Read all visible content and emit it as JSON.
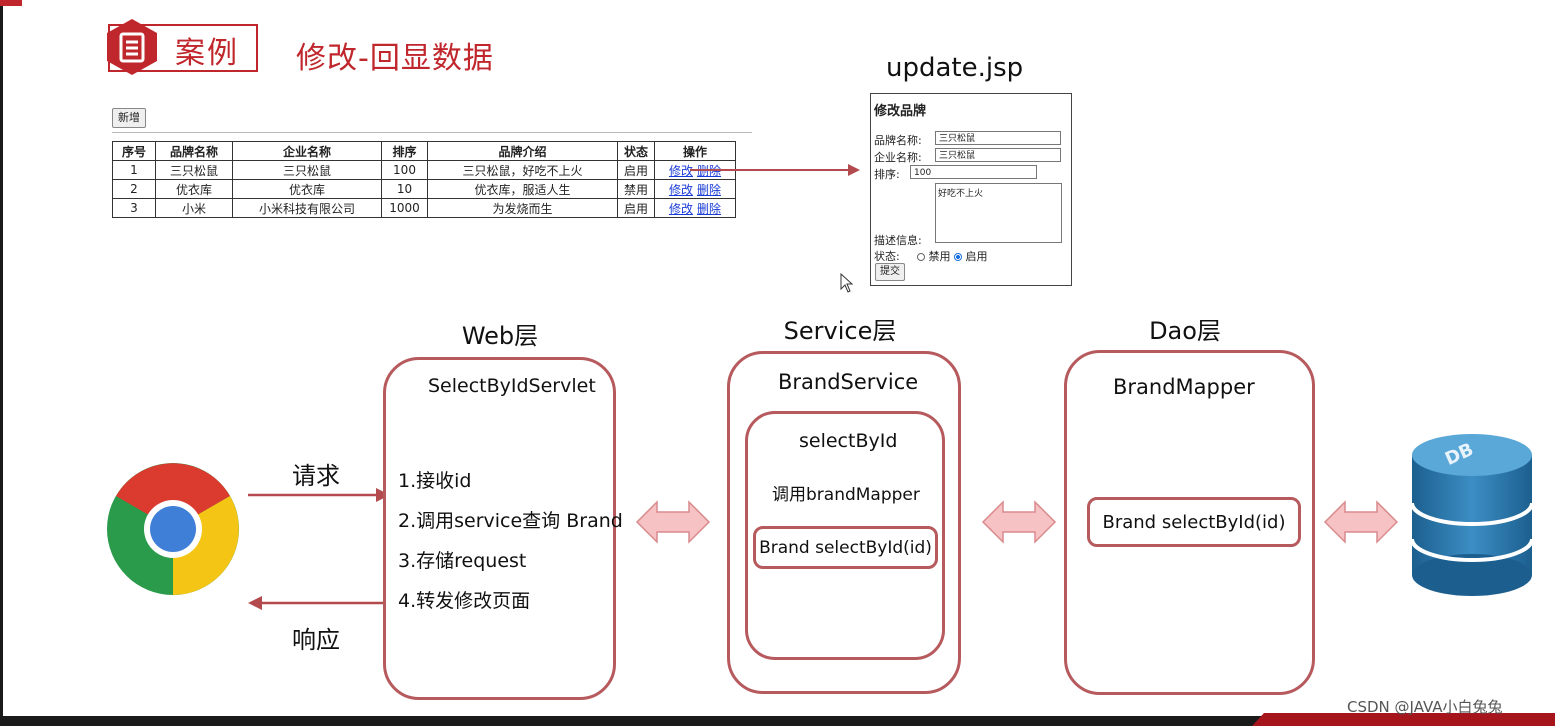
{
  "header": {
    "case_label": "案例",
    "title": "修改-回显数据",
    "icon": "document-icon"
  },
  "table_demo": {
    "add_button": "新增",
    "columns": [
      "序号",
      "品牌名称",
      "企业名称",
      "排序",
      "品牌介绍",
      "状态",
      "操作"
    ],
    "rows": [
      {
        "id": "1",
        "brand": "三只松鼠",
        "company": "三只松鼠",
        "order": "100",
        "desc": "三只松鼠，好吃不上火",
        "status": "启用",
        "edit": "修改",
        "delete": "删除"
      },
      {
        "id": "2",
        "brand": "优衣库",
        "company": "优衣库",
        "order": "10",
        "desc": "优衣库，服适人生",
        "status": "禁用",
        "edit": "修改",
        "delete": "删除"
      },
      {
        "id": "3",
        "brand": "小米",
        "company": "小米科技有限公司",
        "order": "1000",
        "desc": "为发烧而生",
        "status": "启用",
        "edit": "修改",
        "delete": "删除"
      }
    ]
  },
  "update_form": {
    "file_title": "update.jsp",
    "heading": "修改品牌",
    "brand_label": "品牌名称:",
    "brand_value": "三只松鼠",
    "company_label": "企业名称:",
    "company_value": "三只松鼠",
    "order_label": "排序:",
    "order_value": "100",
    "desc_value": "好吃不上火",
    "desc_label": "描述信息:",
    "status_label": "状态:",
    "status_off": "禁用",
    "status_on": "启用",
    "submit": "提交"
  },
  "diagram": {
    "web_title": "Web层",
    "service_title": "Service层",
    "dao_title": "Dao层",
    "servlet_name": "SelectByIdServlet",
    "steps": [
      "1.接收id",
      "2.调用service查询 Brand",
      "3.存储request",
      "4.转发修改页面"
    ],
    "request_label": "请求",
    "response_label": "响应",
    "service_name": "BrandService",
    "service_method": "selectById",
    "service_call": "调用brandMapper",
    "service_sig": "Brand selectById(id)",
    "mapper_name": "BrandMapper",
    "mapper_sig": "Brand selectById(id)",
    "db_label": "DB",
    "colors": {
      "accent": "#c0272d",
      "box_border": "#b65a5e",
      "arrow_fill": "#f7c2c4"
    }
  },
  "watermark": "CSDN @JAVA小白兔兔"
}
